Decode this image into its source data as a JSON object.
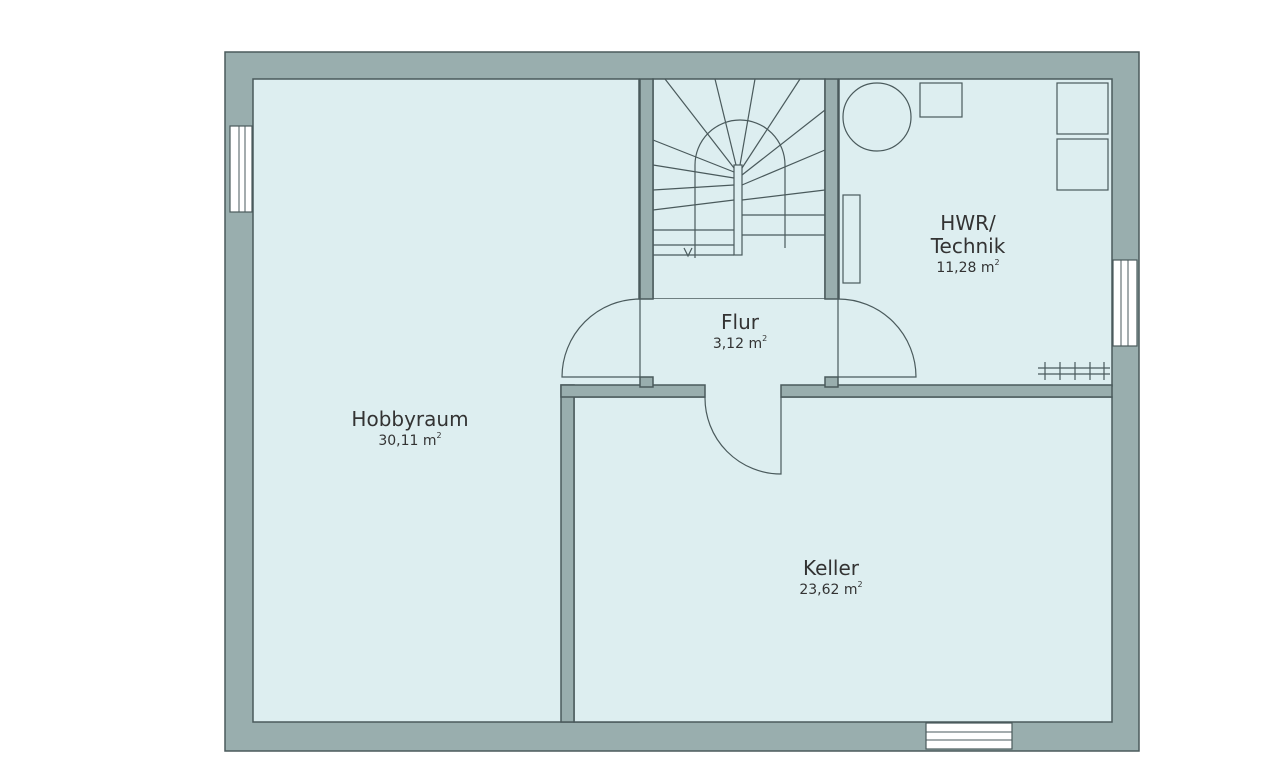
{
  "colors": {
    "wall": "#99aeae",
    "floor": "#ddeef0",
    "line": "#4a5a5c",
    "window": "#ffffff"
  },
  "rooms": [
    {
      "name": "Hobbyraum",
      "area_value": "30,11",
      "area_unit": "m",
      "unit_sup": "2"
    },
    {
      "name": "Flur",
      "area_value": "3,12",
      "area_unit": "m",
      "unit_sup": "2"
    },
    {
      "name": "HWR/",
      "name2": "Technik",
      "area_value": "11,28",
      "area_unit": "m",
      "unit_sup": "2"
    },
    {
      "name": "Keller",
      "area_value": "23,62",
      "area_unit": "m",
      "unit_sup": "2"
    }
  ]
}
